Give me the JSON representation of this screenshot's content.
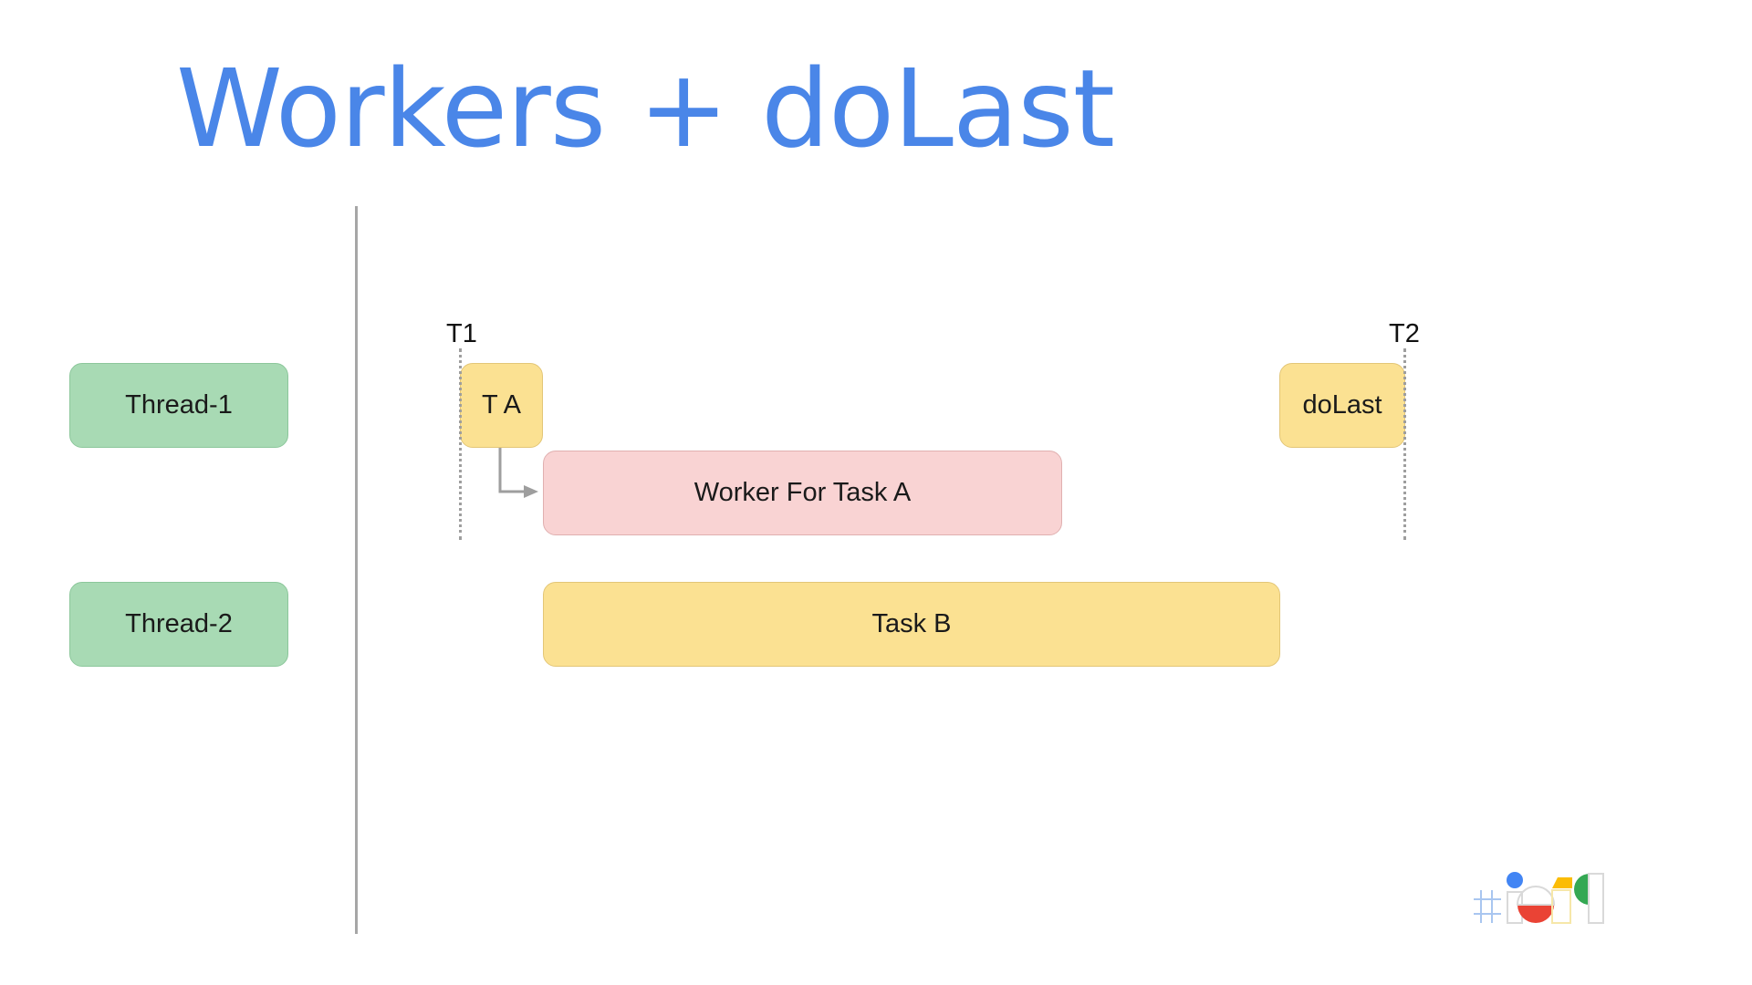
{
  "slide": {
    "title": "Workers + doLast"
  },
  "threads": [
    {
      "label": "Thread-1"
    },
    {
      "label": "Thread-2"
    }
  ],
  "markers": [
    {
      "label": "T1"
    },
    {
      "label": "T2"
    }
  ],
  "tasks": {
    "task_a": "T A",
    "do_last": "doLast",
    "worker": "Worker For Task A",
    "task_b": "Task B"
  },
  "colors": {
    "title": "#4a86e8",
    "thread": "#a8dab4",
    "task": "#fbe192",
    "worker": "#f9d3d3"
  }
}
